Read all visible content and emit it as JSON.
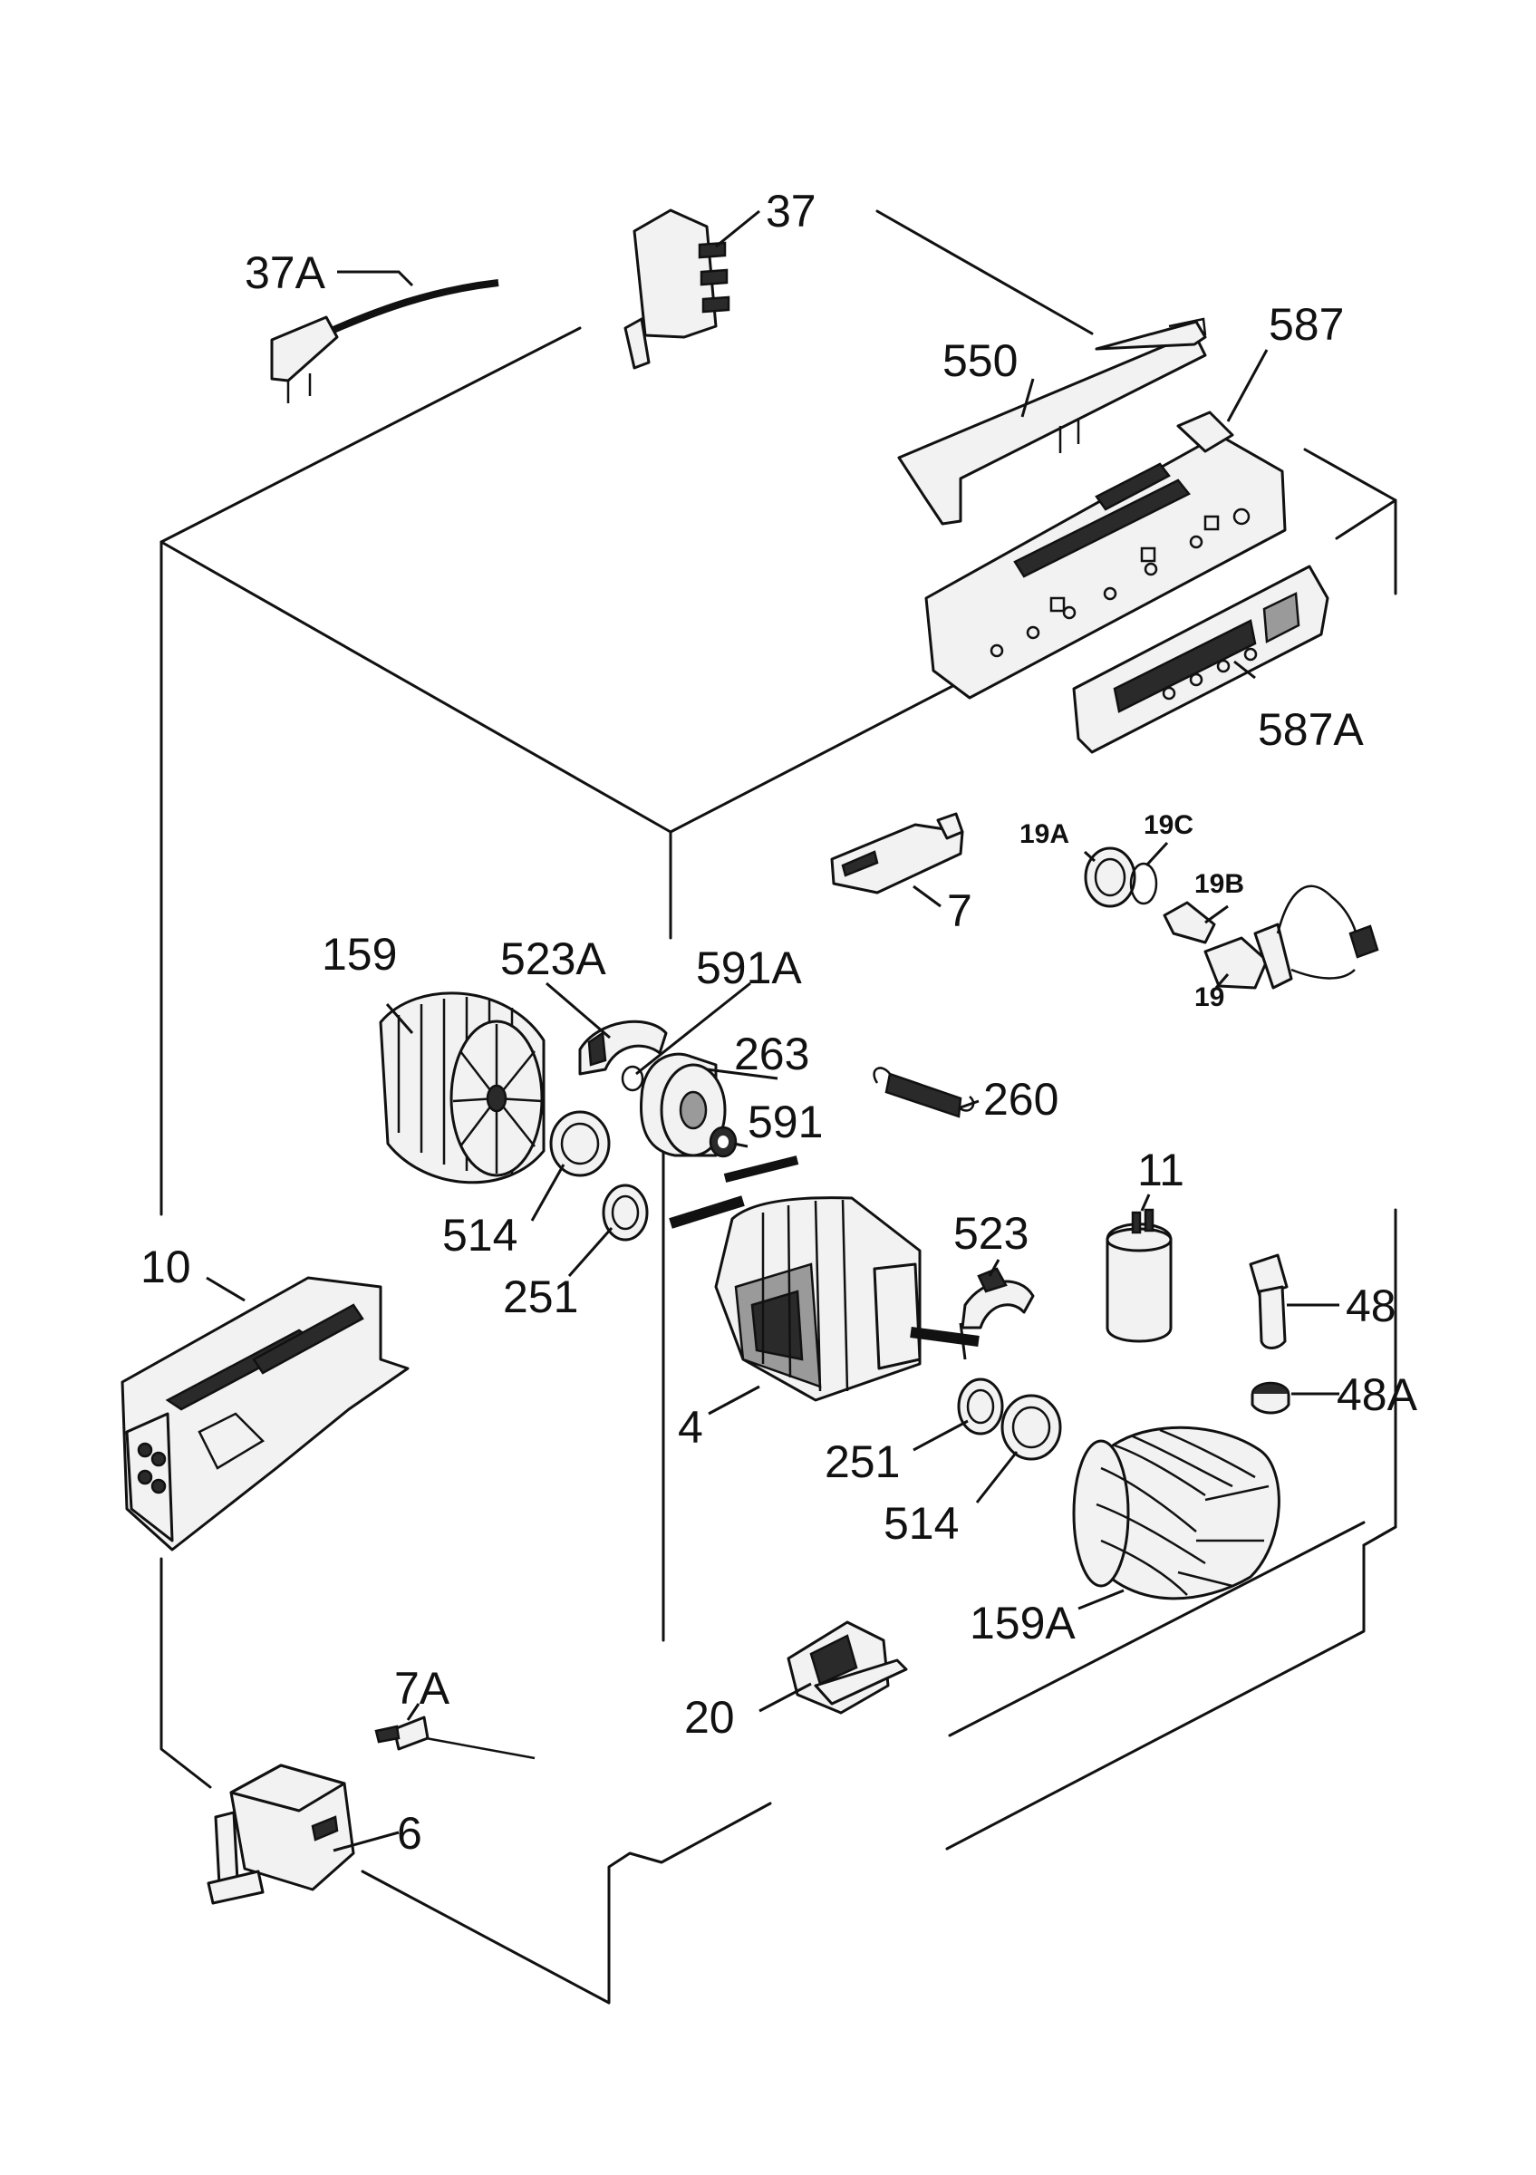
{
  "labels": {
    "p37A": "37A",
    "p37": "37",
    "p550": "550",
    "p587": "587",
    "p587A": "587A",
    "p7": "7",
    "p19A": "19A",
    "p19C": "19C",
    "p19B": "19B",
    "p19": "19",
    "p159": "159",
    "p523A": "523A",
    "p591A": "591A",
    "p263": "263",
    "p591": "591",
    "p260": "260",
    "p11": "11",
    "p514a": "514",
    "p251a": "251",
    "p10": "10",
    "p523": "523",
    "p4": "4",
    "p48": "48",
    "p48A": "48A",
    "p251b": "251",
    "p514b": "514",
    "p159A": "159A",
    "p7A": "7A",
    "p20": "20",
    "p6": "6"
  }
}
